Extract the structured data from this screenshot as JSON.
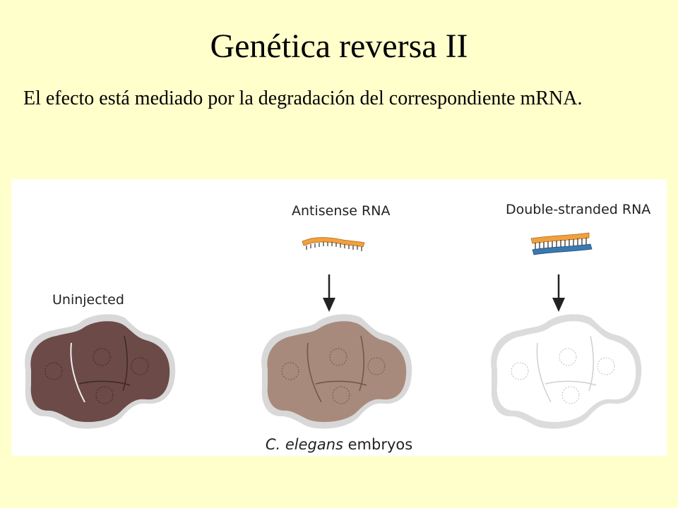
{
  "slide": {
    "title": "Genética reversa II",
    "text": "El efecto está mediado por la degradación del correspondiente mRNA."
  },
  "figure": {
    "labels": {
      "uninjected": "Uninjected",
      "antisense": "Antisense RNA",
      "double_stranded": "Double-stranded RNA"
    },
    "caption_italic": "C. elegans",
    "caption_rest": " embryos",
    "colors": {
      "uninjected_embryo": "#6b4a48",
      "antisense_embryo": "#a88a7c",
      "dsrna_embryo": "#ffffff",
      "rna_strand_orange": "#f0a040",
      "rna_strand_blue": "#3a78b0"
    }
  }
}
